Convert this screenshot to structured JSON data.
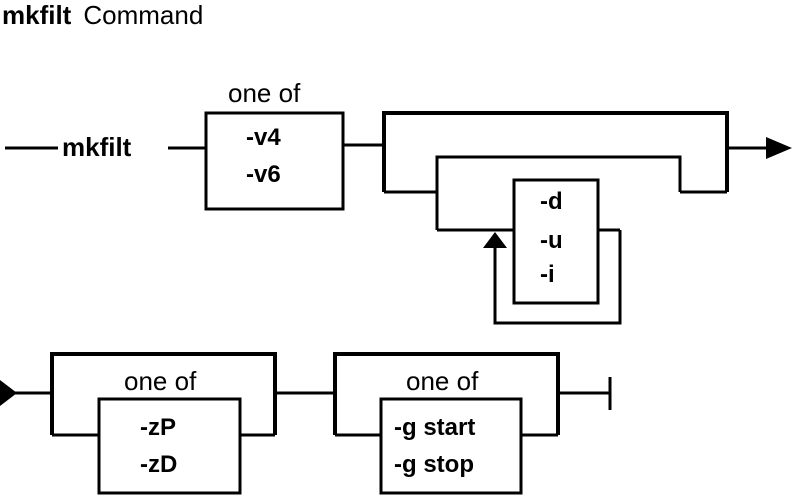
{
  "title": {
    "command": "mkfilt",
    "suffix": "Command"
  },
  "row1": {
    "keyword": "mkfilt",
    "group1": {
      "label": "one of",
      "options": [
        "-v4",
        "-v6"
      ]
    },
    "group2": {
      "options": [
        "-d",
        "-u",
        "-i"
      ]
    }
  },
  "row2": {
    "group3": {
      "label": "one of",
      "options": [
        "-zP",
        "-zD"
      ]
    },
    "group4": {
      "label": "one of",
      "options": [
        "-g start",
        "-g stop"
      ]
    }
  }
}
